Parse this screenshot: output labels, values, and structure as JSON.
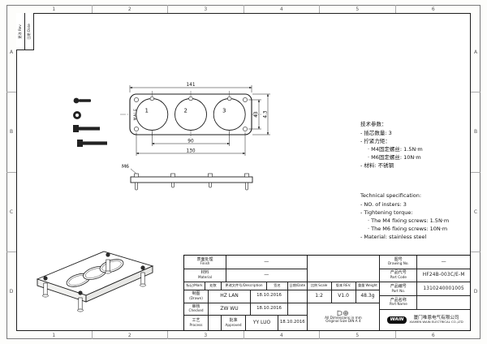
{
  "sheet": {
    "grid_cols": [
      "1",
      "2",
      "3",
      "4",
      "5",
      "6"
    ],
    "grid_rows": [
      "A",
      "B",
      "C",
      "D"
    ],
    "rev_strip": {
      "col1": "更改 Rev",
      "col2": "日期 Date"
    }
  },
  "front_view": {
    "gender_label": "MALE",
    "insert_numbers": [
      "1",
      "2",
      "3"
    ],
    "dims": {
      "overall_width": "141",
      "insert_span": "90",
      "hole_span": "130",
      "hole_vspan": "43",
      "hole_dia": "4.3"
    }
  },
  "side_view": {
    "thread_label": "M6"
  },
  "tech_spec_cn": {
    "title": "技术参数：",
    "lines": [
      "- 插芯数量: 3",
      "- 拧紧力矩：",
      "· M4固定螺丝: 1.5N·m",
      "· M6固定螺丝: 10N·m",
      "- 材料: 不锈钢"
    ]
  },
  "tech_spec_en": {
    "title": "Technical specification:",
    "lines": [
      "- NO. of insters: 3",
      "- Tightening torque:",
      "· The M4 fixing screws: 1.5N·m",
      "· The M6 fixing screws: 10N·m",
      "- Material: stainless steel"
    ]
  },
  "title_block": {
    "finish": {
      "label_cn": "表面处理",
      "label_en": "Finish",
      "value": "—"
    },
    "material": {
      "label_cn": "材料",
      "label_en": "Material",
      "value": "—"
    },
    "rev_header": {
      "mark": "标记/Mark",
      "number": "处数",
      "description": "更改文件号/Description",
      "signature": "签名",
      "date": "日期/Date"
    },
    "drawn": {
      "label_cn": "制图",
      "label_en": "(Drawn)",
      "name": "HZ LAN",
      "date": "18.10.2016"
    },
    "checked": {
      "label_cn": "审核",
      "label_en": "Checked",
      "name": "ZW WU",
      "date": "18.10.2016"
    },
    "process": {
      "label_cn": "工艺",
      "label_en": "Process"
    },
    "approved": {
      "label_cn": "批准",
      "label_en": "Approved",
      "name": "YY LUO",
      "date": "18.10.2016"
    },
    "scale": {
      "label_cn": "比例",
      "label_en": "Scale",
      "value": "1:2"
    },
    "revision": {
      "label_cn": "版本",
      "label_en": "REV.",
      "value": "V1.0"
    },
    "weight": {
      "label_cn": "重量",
      "label_en": "Weight",
      "value": "48.3g"
    },
    "note_line1": "All Dimensions in mm",
    "note_line2": "Original Size DIN A 4",
    "drawing_no": {
      "label_cn": "图号",
      "label_en": "Drawing No.",
      "value": "—"
    },
    "part_code": {
      "label_cn": "产品代号",
      "label_en": "Part Code",
      "value": "HF24B-003C/E-M"
    },
    "part_no": {
      "label_cn": "产品编号",
      "label_en": "Part No.",
      "value": "1310240001005"
    },
    "part_name": {
      "label_cn": "产品名称",
      "label_en": "Part Name",
      "value": ""
    },
    "company": {
      "logo": "WAIN",
      "name_cn": "厦门唯恩电气有限公司",
      "name_en": "XIAMEN WAIN ELECTRICAL CO.,LTD"
    }
  }
}
